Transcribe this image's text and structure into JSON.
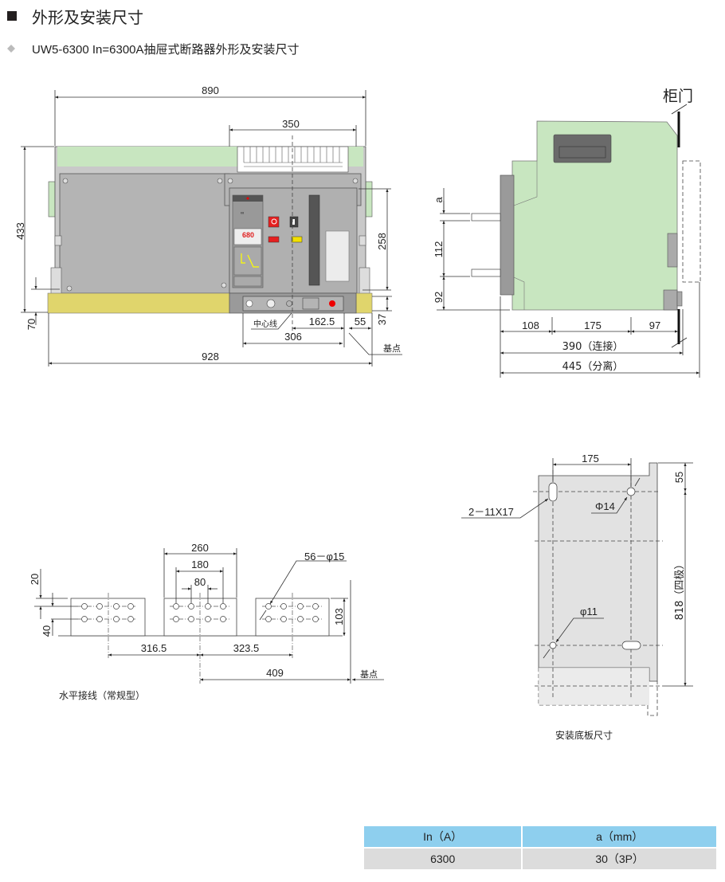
{
  "header": {
    "title": "外形及安装尺寸",
    "subtitle": "UW5-6300  In=6300A抽屉式断路器外形及安装尺寸"
  },
  "front_view": {
    "dims": {
      "w890": "890",
      "w350": "350",
      "h433": "433",
      "h70": "70",
      "h258": "258",
      "h37": "37",
      "d162": "162.5",
      "d55": "55",
      "d306": "306",
      "w928": "928"
    },
    "centerline_label": "中心线",
    "datum_label": "基点",
    "display_value": "680"
  },
  "side_view": {
    "door_label": "柜门",
    "dims": {
      "a": "a",
      "h112": "112",
      "h92": "92",
      "d108": "108",
      "d175": "175",
      "d97": "97",
      "d390": "390（连接）",
      "d445": "445（分离）"
    }
  },
  "busbar_view": {
    "dims": {
      "w260": "260",
      "w180": "180",
      "w80": "80",
      "holes": "56－φ15",
      "h20": "20",
      "h40": "40",
      "h103": "103",
      "d316": "316.5",
      "d323": "323.5",
      "d409": "409"
    },
    "datum_label": "基点",
    "caption": "水平接线（常规型）"
  },
  "mount_plate": {
    "dims": {
      "w175": "175",
      "h55": "55",
      "h818": "818（四极）",
      "slot": "2－11X17",
      "d14": "Φ14",
      "d11": "φ11"
    },
    "caption": "安装底板尺寸"
  },
  "table": {
    "headers": [
      "In（A）",
      "a（mm）"
    ],
    "rows": [
      [
        "6300",
        "30（3P）"
      ]
    ]
  },
  "colors": {
    "green": "#c8e6c0",
    "yellow": "#e0d56c",
    "gray": "#b4b4b4",
    "table_header": "#8ecfee",
    "table_row": "#dcdcdc"
  }
}
